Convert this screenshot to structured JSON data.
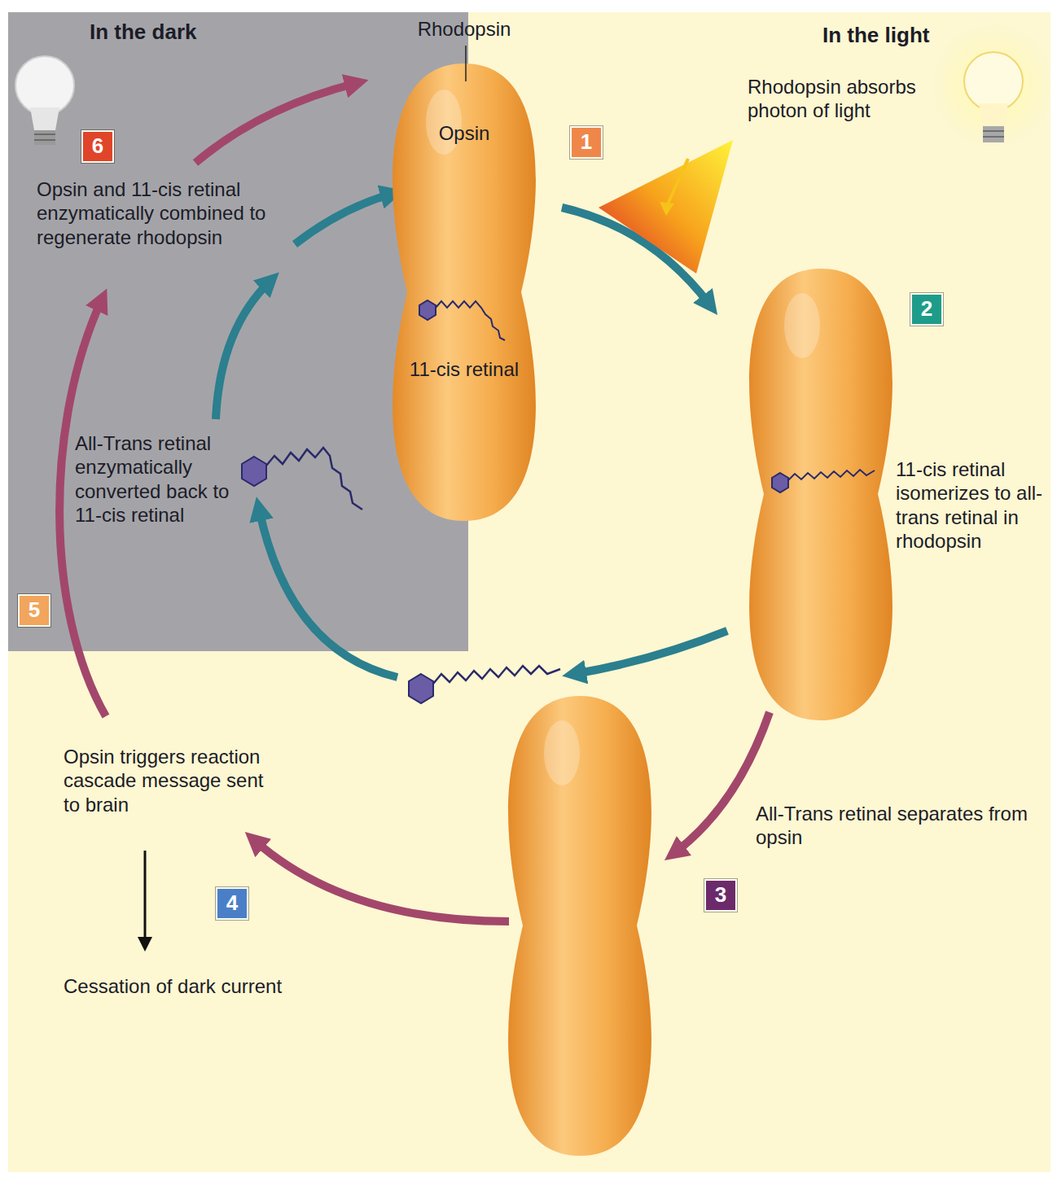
{
  "diagram": {
    "nodes": [
      {
        "text": [
          "Rhodopsin",
          "Opsin",
          "11-cis retinal"
        ]
      },
      {
        "text": [
          "1"
        ]
      },
      {
        "text": [
          "2"
        ]
      },
      {
        "text": [
          "3"
        ]
      },
      {
        "text": [
          "4"
        ]
      },
      {
        "text": [
          "5"
        ]
      },
      {
        "text": [
          "6"
        ]
      }
    ],
    "labels": [
      "In the dark",
      "In the light",
      "Rhodopsin absorbs photon of light",
      "11-cis retinal isomerizes to all-trans retinal in rhodopsin",
      "All-Trans retinal separates from opsin",
      "Opsin triggers reaction cascade message sent to brain",
      "Cessation of dark current",
      "All-Trans retinal enzymatically converted back to 11-cis retinal",
      "Opsin and 11-cis retinal enzymatically combined to regenerate rhodopsin"
    ]
  }
}
